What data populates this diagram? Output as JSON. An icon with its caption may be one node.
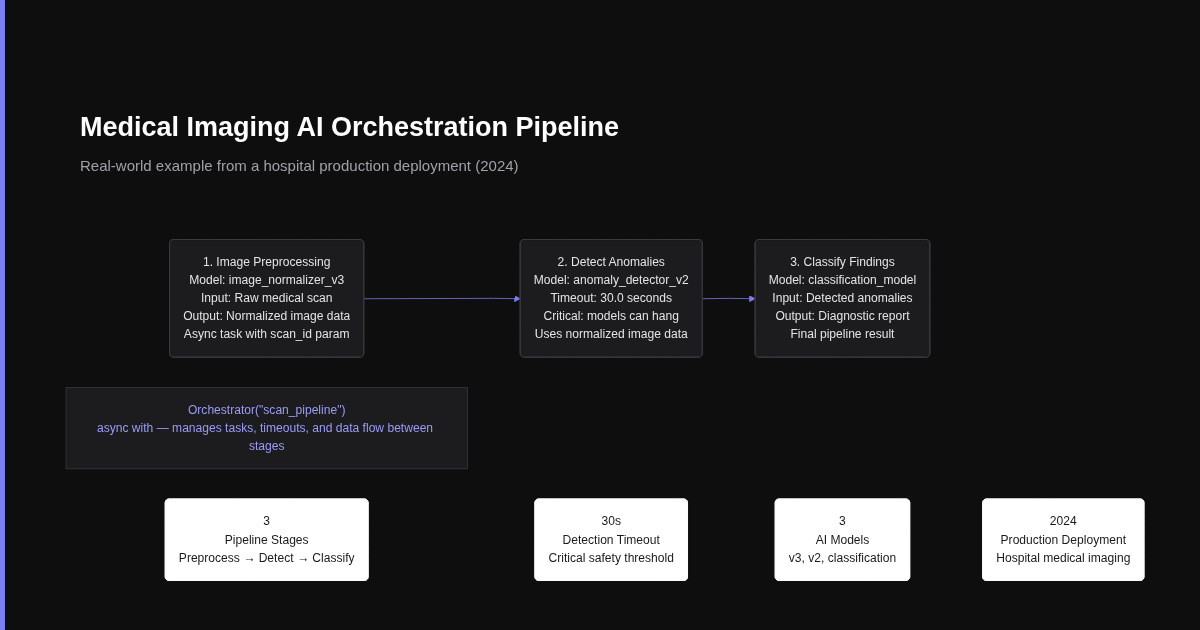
{
  "diagram": {
    "title": "Medical Imaging AI Orchestration Pipeline",
    "caption": "Real-world example from a hospital production deployment (2024)",
    "nodes": [
      {
        "text": [
          "1. Image Preprocessing",
          "Model: image_normalizer_v3",
          "Input: Raw medical scan",
          "Output: Normalized image data",
          "Async task with scan_id param"
        ]
      },
      {
        "text": [
          "2. Detect Anomalies",
          "Model: anomaly_detector_v2",
          "Timeout: 30.0 seconds",
          "Critical: models can hang",
          "Uses normalized image data"
        ]
      },
      {
        "text": [
          "3. Classify Findings",
          "Model: classification_model",
          "Input: Detected anomalies",
          "Output: Diagnostic report",
          "Final pipeline result"
        ]
      },
      {
        "text": [
          "Orchestrator(\"scan_pipeline\")",
          "async with — manages tasks, timeouts, and data flow between stages"
        ]
      },
      {
        "text": [
          "3",
          "Pipeline Stages",
          "Preprocess → Detect → Classify"
        ]
      },
      {
        "text": [
          "30s",
          "Detection Timeout",
          "Critical safety threshold"
        ]
      },
      {
        "text": [
          "3",
          "AI Models",
          "v3, v2, classification"
        ]
      },
      {
        "text": [
          "2024",
          "Production Deployment",
          "Hospital medical imaging"
        ]
      }
    ],
    "edges": [
      {
        "from": 0,
        "to": 1,
        "arrow": "to"
      },
      {
        "from": 1,
        "to": 2,
        "arrow": "to"
      }
    ]
  }
}
